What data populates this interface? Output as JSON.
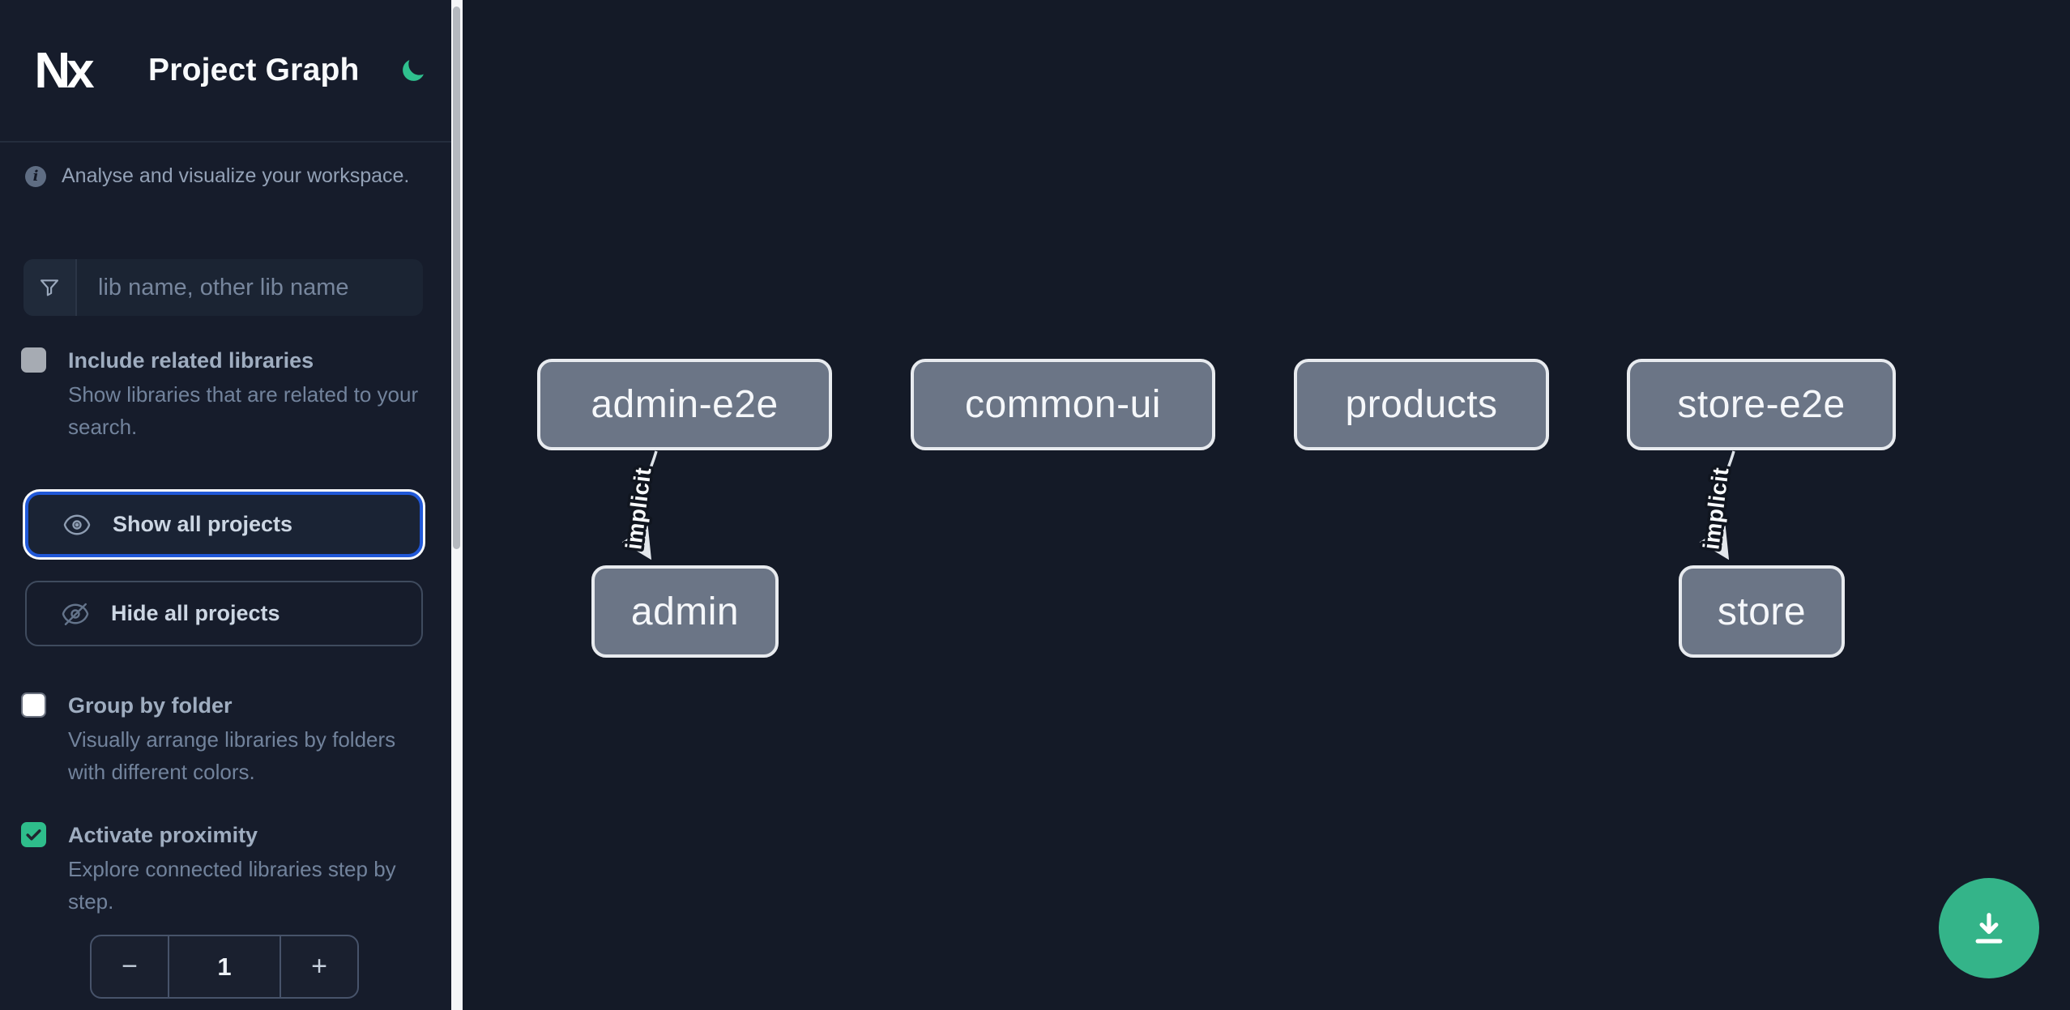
{
  "app": {
    "logo_text": "Nx",
    "title": "Project Graph"
  },
  "sidebar": {
    "info_glyph": "i",
    "tagline": "Analyse and visualize your workspace.",
    "search": {
      "placeholder": "lib name, other lib name",
      "icon": "filter-funnel-icon"
    },
    "toggles": [
      {
        "label": "Include related libraries",
        "description": "Show libraries that are related to your search.",
        "checked": false
      },
      {
        "label": "Group by folder",
        "description": "Visually arrange libraries by folders with different colors.",
        "checked": false
      },
      {
        "label": "Activate proximity",
        "description": "Explore connected libraries step by step.",
        "checked": true
      }
    ],
    "actions": [
      {
        "label": "Show all projects",
        "icon": "eye-icon",
        "focused": true
      },
      {
        "label": "Hide all projects",
        "icon": "eye-slash-icon",
        "focused": false
      }
    ],
    "proximity_stepper": {
      "decrement_label": "−",
      "value": "1",
      "increment_label": "+"
    }
  },
  "graph": {
    "nodes": [
      {
        "label": "admin-e2e"
      },
      {
        "label": "common-ui"
      },
      {
        "label": "products"
      },
      {
        "label": "store-e2e"
      },
      {
        "label": "admin"
      },
      {
        "label": "store"
      }
    ],
    "edges": [
      {
        "source": "admin-e2e",
        "target": "admin",
        "label": "implicit"
      },
      {
        "source": "store-e2e",
        "target": "store",
        "label": "implicit"
      }
    ]
  },
  "fab": {
    "icon": "download-icon"
  },
  "colors": {
    "accent_green": "#2ebd8b",
    "fab_green": "#34b489",
    "focus_blue": "#2058d8",
    "sidebar_bg": "#161c2b",
    "canvas_bg": "#141a27",
    "node_fill": "#6b7586",
    "node_border": "#e8ebef",
    "edge": "#dfe4ea"
  }
}
